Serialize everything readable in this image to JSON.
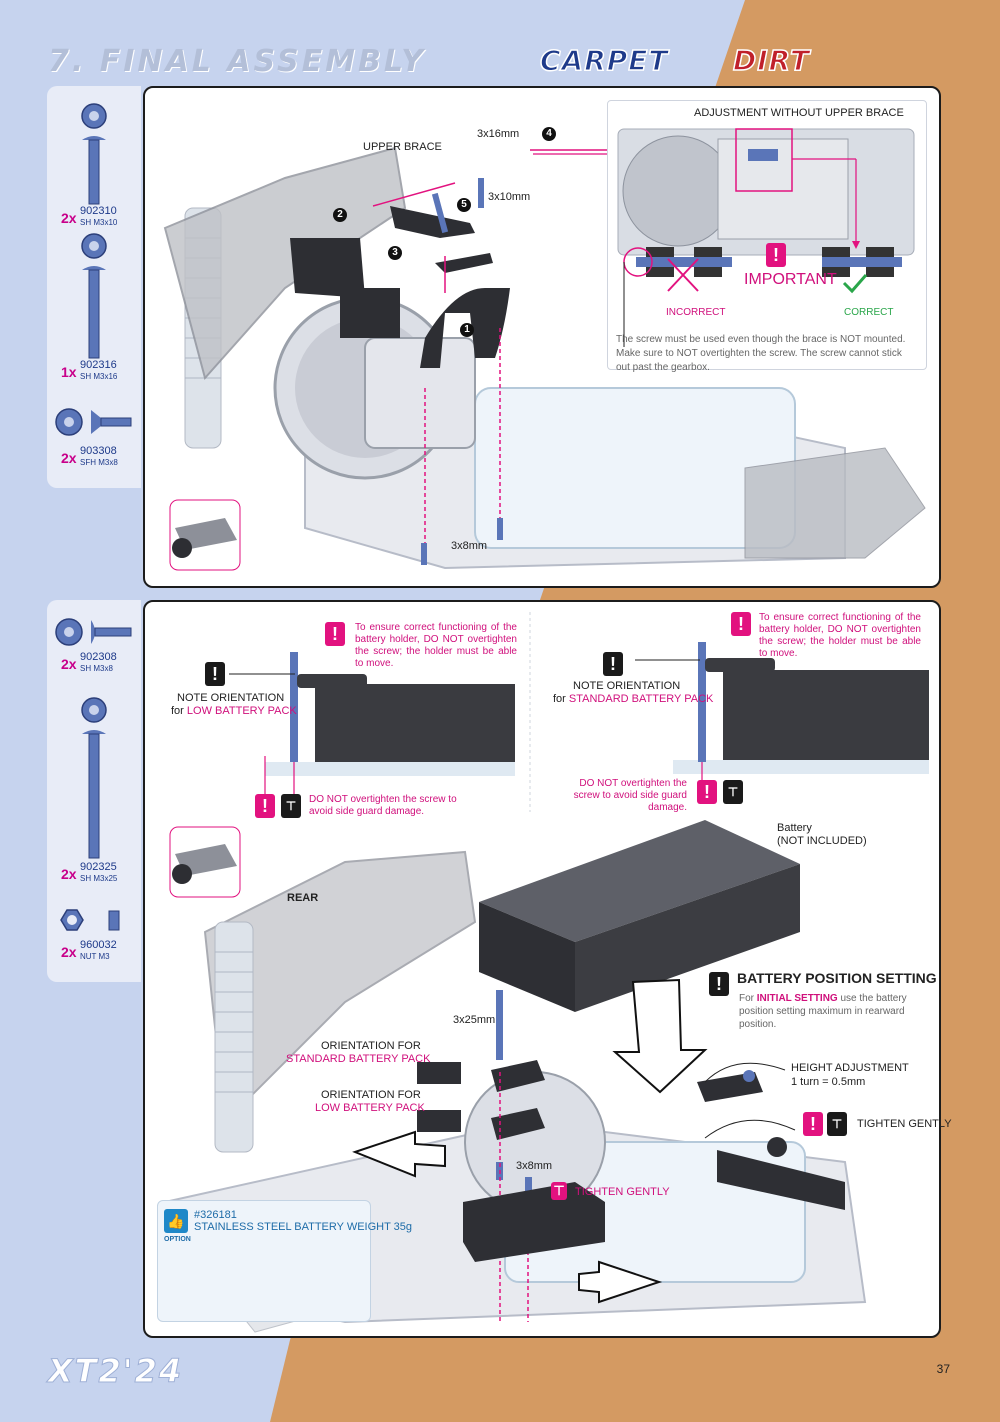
{
  "header": {
    "title": "7. FINAL ASSEMBLY",
    "badges": [
      "CARPET",
      "DIRT"
    ]
  },
  "top_parts": [
    {
      "qty": "2x",
      "code": "902310",
      "desc": "SH M3x10"
    },
    {
      "qty": "1x",
      "code": "902316",
      "desc": "SH M3x16"
    },
    {
      "qty": "2x",
      "code": "903308",
      "desc": "SFH M3x8"
    }
  ],
  "bottom_parts": [
    {
      "qty": "2x",
      "code": "902308",
      "desc": "SH M3x8"
    },
    {
      "qty": "2x",
      "code": "902325",
      "desc": "SH M3x25"
    },
    {
      "qty": "2x",
      "code": "960032",
      "desc": "NUT M3"
    }
  ],
  "top_panel": {
    "upper_brace": "UPPER BRACE",
    "screw_3x16": "3x16mm",
    "screw_3x10": "3x10mm",
    "screw_3x8": "3x8mm",
    "steps": [
      "1",
      "2",
      "3",
      "4",
      "5"
    ],
    "inset": {
      "title": "ADJUSTMENT WITHOUT UPPER BRACE",
      "important": "IMPORTANT",
      "incorrect": "INCORRECT",
      "correct": "CORRECT",
      "note": "The screw must be used even though the brace is NOT mounted. Make sure to NOT overtighten the screw. The screw cannot stick out past the gearbox."
    }
  },
  "bottom_panel": {
    "warn_left": "To ensure correct functioning of the battery holder, DO NOT overtighten the screw; the holder must be able to move.",
    "warn_right": "To ensure correct functioning of the battery holder, DO NOT overtighten the screw; the holder must be able to move.",
    "note_orientation": "NOTE ORIENTATION",
    "for_low": "for ",
    "low_pack": "LOW BATTERY PACK",
    "for_std": "for ",
    "std_pack": "STANDARD BATTERY PACK",
    "side_guard_left": "DO NOT overtighten the screw to avoid side guard damage.",
    "side_guard_right": "DO NOT overtighten the screw to avoid side guard damage.",
    "rear": "REAR",
    "battery": "Battery",
    "not_included": "(NOT INCLUDED)",
    "battery_position_title": "BATTERY POSITION SETTING",
    "battery_position_for": "For ",
    "battery_position_initial": "INITIAL SETTING",
    "battery_position_rest": " use the battery position setting maximum in rearward position.",
    "screw_3x25": "3x25mm",
    "screw_3x8": "3x8mm",
    "orientation_for": "ORIENTATION FOR",
    "standard_pack": "STANDARD BATTERY PACK",
    "low_pack_2": "LOW BATTERY PACK",
    "height_adjustment": "HEIGHT ADJUSTMENT",
    "turn": "1 turn = 0.5mm",
    "tighten_gently": "TIGHTEN GENTLY",
    "tighten_gently_2": "TIGHTEN GENTLY",
    "option_code": "#326181",
    "option_name": "STAINLESS STEEL BATTERY WEIGHT 35g",
    "option_label": "OPTION"
  },
  "footer": {
    "model": "XT2'24",
    "page": "37"
  }
}
